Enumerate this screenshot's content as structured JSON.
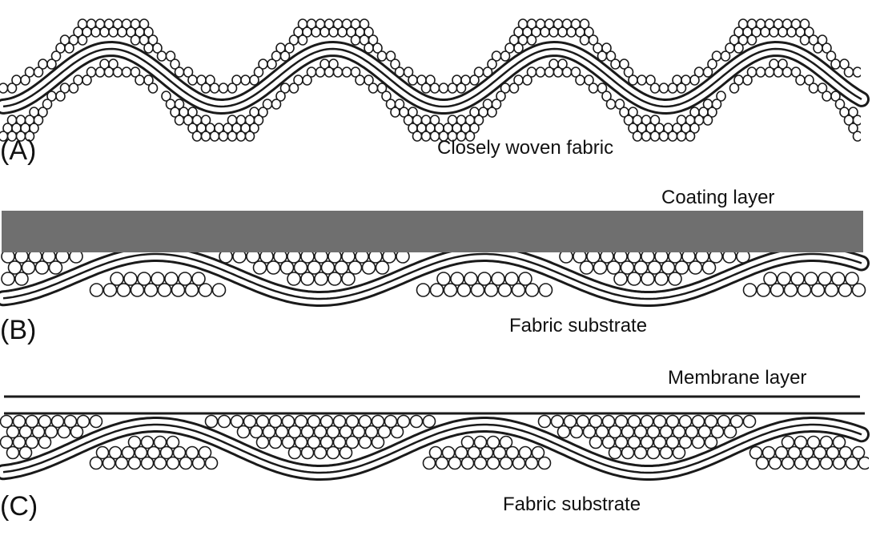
{
  "panels": [
    {
      "id": "A",
      "tag": "(A)",
      "label": "Closely woven fabric",
      "coating": ""
    },
    {
      "id": "B",
      "tag": "(B)",
      "label": "Fabric substrate",
      "coating": "Coating layer"
    },
    {
      "id": "C",
      "tag": "(C)",
      "label": "Fabric substrate",
      "coating": "Membrane layer"
    }
  ],
  "colors": {
    "line": "#1a1a1a",
    "coating": "#6f6f6f",
    "background": "#ffffff"
  }
}
